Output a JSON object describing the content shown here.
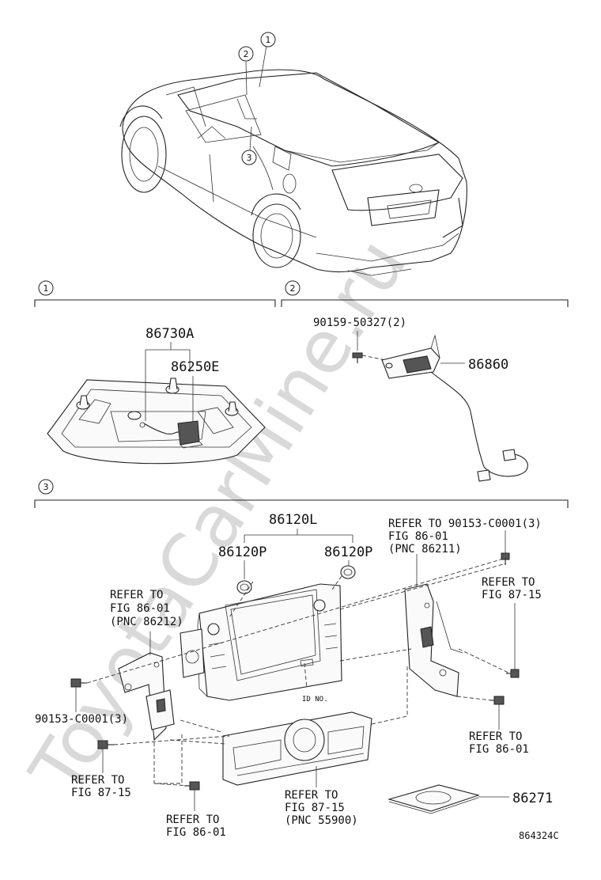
{
  "watermark": "ToyotaCarMine.ru",
  "car_callouts": [
    "1",
    "2",
    "3"
  ],
  "sections": {
    "s1": {
      "num": "1"
    },
    "s2": {
      "num": "2"
    },
    "s3": {
      "num": "3"
    }
  },
  "labels": {
    "p86730A": "86730A",
    "p86250E": "86250E",
    "p90159": "90159-50327(2)",
    "p86860": "86860",
    "p86120L": "86120L",
    "p86120P_left": "86120P",
    "p86120P_right": "86120P",
    "refer_90153_top": "REFER TO 90153-C0001(3)",
    "fig_86_01_top": "FIG 86-01",
    "pnc_86211": "(PNC 86211)",
    "refer_to_right": "REFER TO",
    "fig_87_15_right": "FIG 87-15",
    "refer_to_left": "REFER TO",
    "fig_86_01_left": "FIG 86-01",
    "pnc_86212": "(PNC 86212)",
    "p90153_left": "90153-C0001(3)",
    "id_no": "ID NO.",
    "refer_to_br": "REFER TO",
    "fig_86_01_br": "FIG 86-01",
    "refer_to_bl": "REFER TO",
    "fig_87_15_bl": "FIG 87-15",
    "refer_to_bc": "REFER TO",
    "fig_86_01_bc": "FIG 86-01",
    "refer_to_bm": "REFER TO",
    "fig_87_15_bm": "FIG 87-15",
    "pnc_55900": "(PNC 55900)",
    "p86271": "86271",
    "figure_code": "864324C"
  }
}
